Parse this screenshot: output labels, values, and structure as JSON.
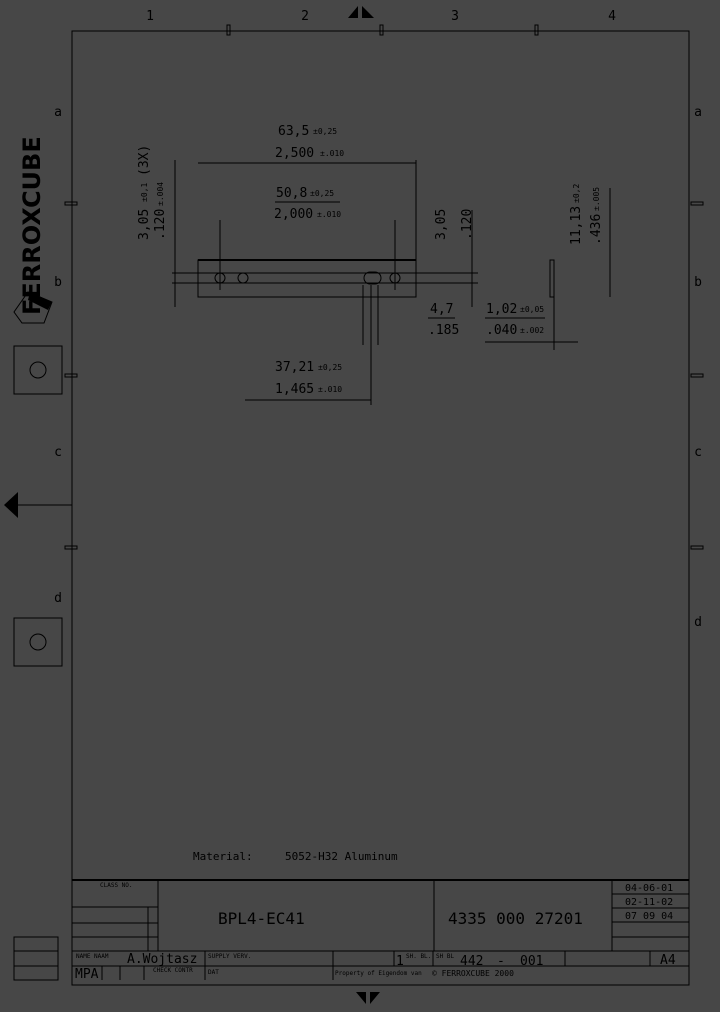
{
  "columns": [
    "1",
    "2",
    "3",
    "4"
  ],
  "rows": [
    "a",
    "b",
    "c",
    "d"
  ],
  "logo": "FERROXCUBE",
  "dimensions": {
    "length_mm": "63,5",
    "length_mm_tol": "±0,25",
    "length_in": "2,500",
    "length_in_tol": "±.010",
    "pitch_mm": "50,8",
    "pitch_mm_tol": "±0,25",
    "pitch_in": "2,000",
    "pitch_in_tol": "±.010",
    "hole_mm": "3,05",
    "hole_mm_tol": "±0,1",
    "hole_count": "(3X)",
    "hole_in": ".120",
    "hole_in_tol": "±.004",
    "height_mm": "3,05",
    "height_in": ".120",
    "slot_mm": "4,7",
    "slot_in": ".185",
    "offset_mm": "37,21",
    "offset_mm_tol": "±0,25",
    "offset_in": "1,465",
    "offset_in_tol": "±.010",
    "thick_mm": "1,02",
    "thick_mm_tol": "±0,05",
    "thick_in": ".040",
    "thick_in_tol": "±.002",
    "width_mm": "11,13",
    "width_mm_tol": "±0,2",
    "width_in": ".436",
    "width_in_tol": "±.005"
  },
  "material": {
    "label": "Material:",
    "value": "5052-H32 Aluminum"
  },
  "title_block": {
    "class_label": "CLASS NO.",
    "part_name": "BPL4-EC41",
    "part_number": "4335 000 27201",
    "dates": [
      "04-06-01",
      "02-11-02",
      "07 09 04"
    ],
    "name_label": "NAME NAAM",
    "name_value": "A.Wojtasz",
    "supply_label": "SUPPLY VERV.",
    "dept": "MPA",
    "check_label": "CHECK CONTR",
    "dat_label": "DAT",
    "sheet": "1",
    "sheet_label": "SH. BL.",
    "sheet_code": "SH BL",
    "drawing_no": "442",
    "dash": "-",
    "revision": "001",
    "format": "A4",
    "property_label": "Property of Eigendom van",
    "copyright": "© FERROXCUBE 2000"
  },
  "colors": {
    "background": "#474747",
    "lines": "#000000"
  }
}
